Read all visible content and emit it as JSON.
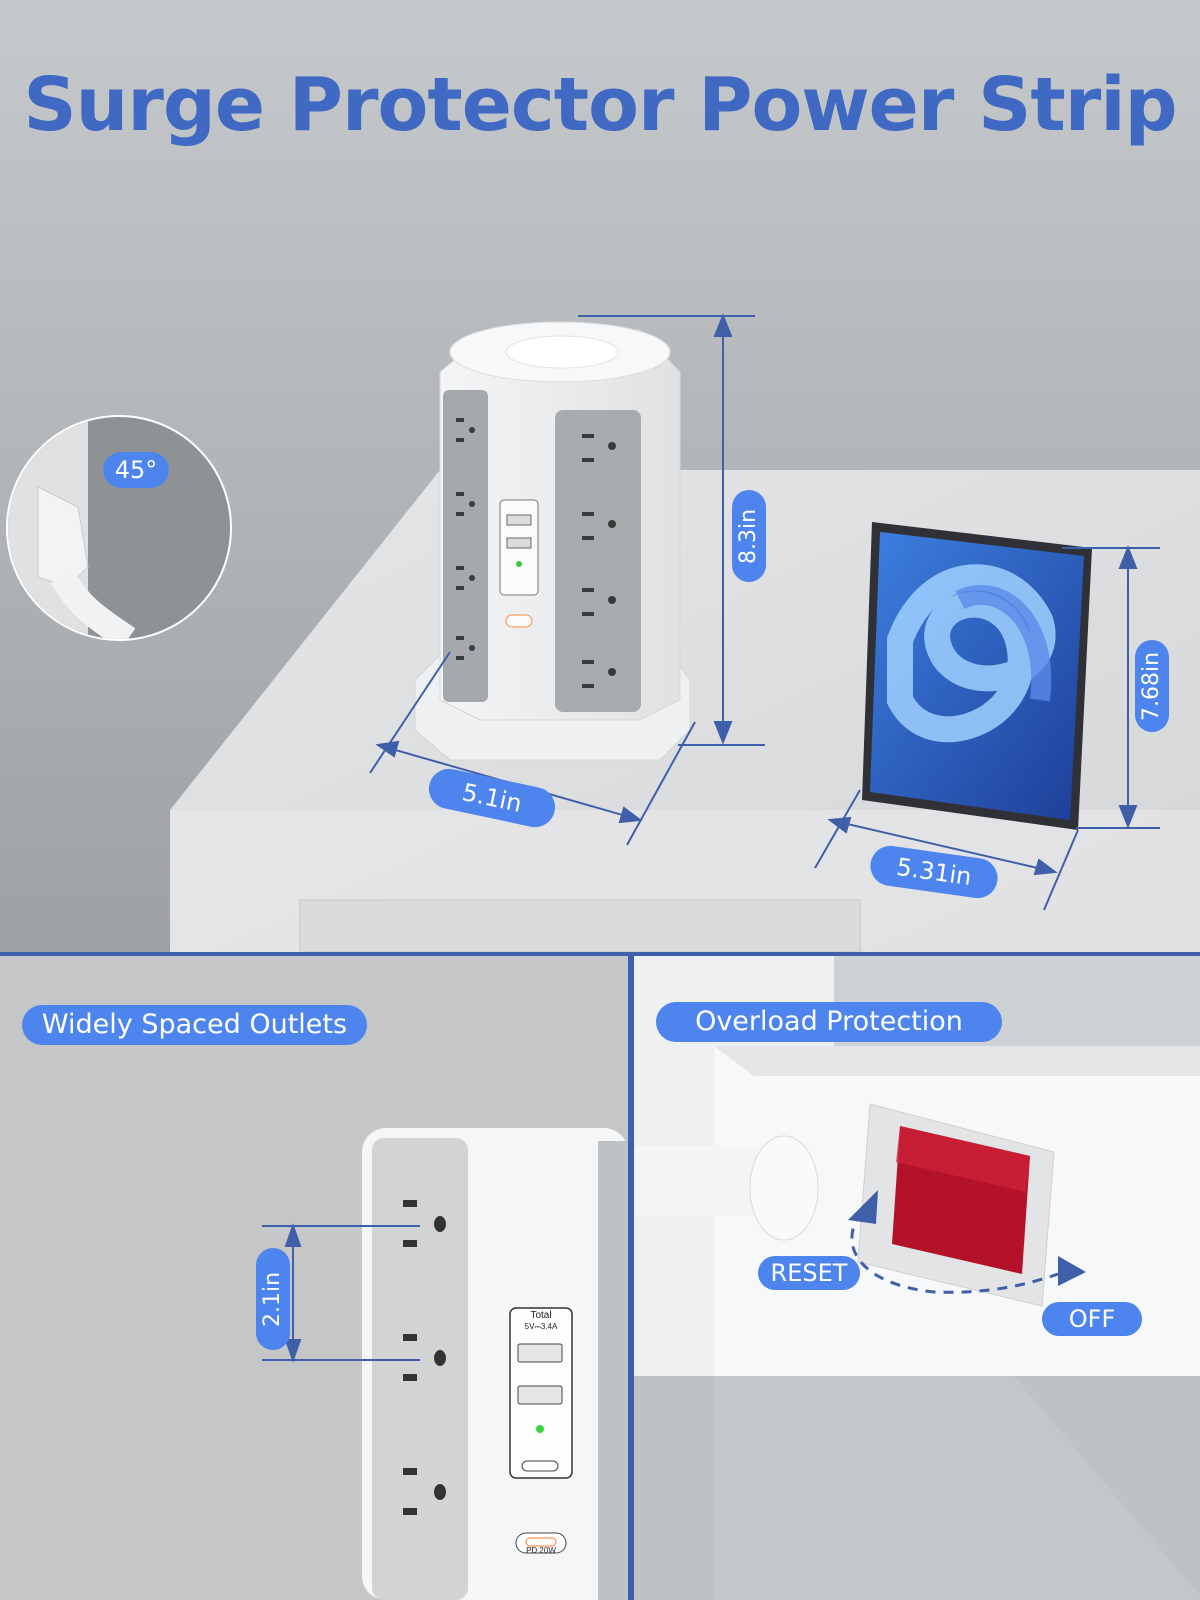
{
  "title": "Surge Protector Power Strip",
  "angle_badge": "45°",
  "dimensions": {
    "height": "8.3in",
    "depth": "5.1in",
    "tablet_height": "7.68in",
    "tablet_width": "5.31in"
  },
  "panels": {
    "left_label": "Widely Spaced Outlets",
    "left_dimension": "2.1in",
    "right_label": "Overload Protection",
    "reset_label": "RESET",
    "off_label": "OFF"
  },
  "usb_module": {
    "header": "Total",
    "rating": "5V⎓3.4A",
    "pd_label": "PD 20W"
  },
  "colors": {
    "accent": "#4d84ee",
    "title": "#3f69c3",
    "dimension_line": "#3f5fa8",
    "switch": "#b3122a"
  }
}
